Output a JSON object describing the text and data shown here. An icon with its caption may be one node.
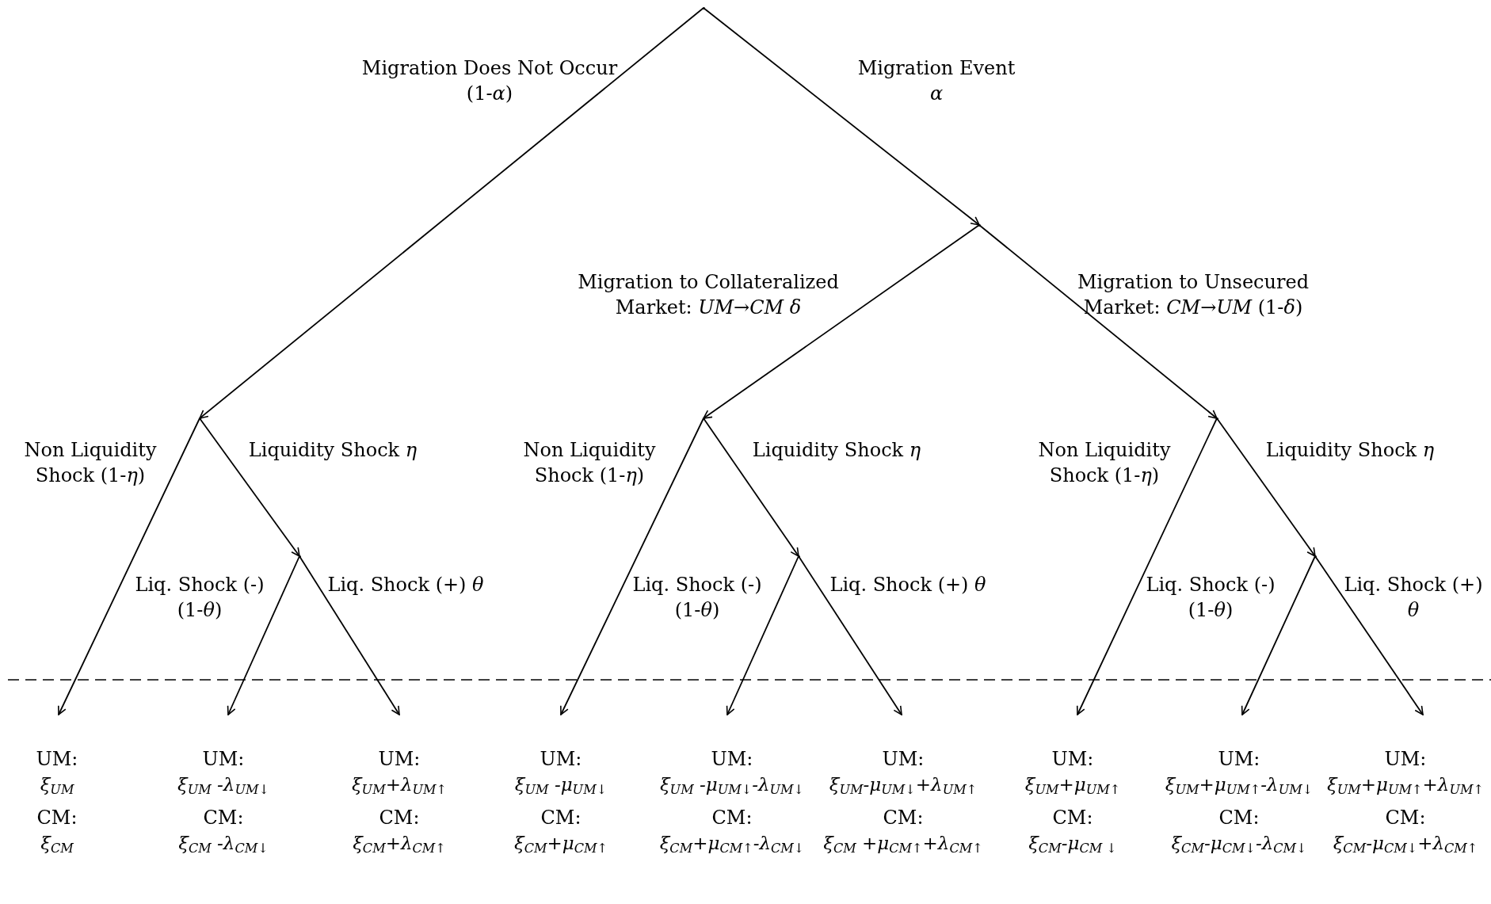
{
  "diagram": {
    "nodes": [
      {
        "text": [],
        "shape": "point"
      },
      {
        "text": [],
        "shape": "point"
      },
      {
        "text": [],
        "shape": "point"
      },
      {
        "text": [],
        "shape": "point"
      },
      {
        "text": [],
        "shape": "point"
      },
      {
        "text": [],
        "shape": "point"
      },
      {
        "text": [],
        "shape": "point"
      },
      {
        "text": [],
        "shape": "point"
      },
      {
        "text": [
          "UM:",
          "ξ$_{UM}$",
          "CM:",
          "ξ$_{CM}$"
        ]
      },
      {
        "text": [
          "UM:",
          "ξ$_{UM}$ -λ$_{UM↓}$",
          "CM:",
          "ξ$_{CM}$ -λ$_{CM↓}$"
        ]
      },
      {
        "text": [
          "UM:",
          "ξ$_{UM}$+λ$_{UM↑}$",
          "CM:",
          "ξ$_{CM}$+λ$_{CM↑}$"
        ]
      },
      {
        "text": [
          "UM:",
          "ξ$_{UM}$ -μ$_{UM↓}$",
          "CM:",
          "ξ$_{CM}$+μ$_{CM↑}$"
        ]
      },
      {
        "text": [
          "UM:",
          "ξ$_{UM}$ -μ$_{UM↓}$-λ$_{UM↓}$",
          "CM:",
          "ξ$_{CM}$+μ$_{CM↑}$-λ$_{CM↓}$"
        ]
      },
      {
        "text": [
          "UM:",
          "ξ$_{UM}$-μ$_{UM↓}$+λ$_{UM↑}$",
          "CM:",
          "ξ$_{CM}$ +μ$_{CM↑}$+λ$_{CM↑}$"
        ]
      },
      {
        "text": [
          "UM:",
          "ξ$_{UM}$+μ$_{UM↑}$",
          "CM:",
          "ξ$_{CM}$-μ$_{CM ↓}$"
        ]
      },
      {
        "text": [
          "UM:",
          "ξ$_{UM}$+μ$_{UM↑}$-λ$_{UM↓}$",
          "CM:",
          "ξ$_{CM}$-μ$_{CM↓}$-λ$_{CM↓}$"
        ]
      },
      {
        "text": [
          "UM:",
          "ξ$_{UM}$+μ$_{UM↑}$+λ$_{UM↑}$",
          "CM:",
          "ξ$_{CM}$-μ$_{CM↓}$+λ$_{CM↑}$"
        ]
      }
    ],
    "edges": [
      {
        "from": 0,
        "to": 2,
        "arrow": "to",
        "label": "Migration Does Not Occur (1-*α*)"
      },
      {
        "from": 0,
        "to": 1,
        "arrow": "to",
        "label": "Migration Event *α*"
      },
      {
        "from": 1,
        "to": 3,
        "arrow": "to",
        "label": "Migration to Collateralized Market: *UM→CM* *δ*"
      },
      {
        "from": 1,
        "to": 4,
        "arrow": "to",
        "label": "Migration to Unsecured Market: *CM→UM* (1-*δ*)"
      },
      {
        "from": 2,
        "to": 8,
        "arrow": "to",
        "label": "Non Liquidity Shock (1-*η*)"
      },
      {
        "from": 2,
        "to": 5,
        "arrow": "to",
        "label": "Liquidity Shock *η*"
      },
      {
        "from": 5,
        "to": 9,
        "arrow": "to",
        "label": "Liq. Shock (-) (1-*θ*)"
      },
      {
        "from": 5,
        "to": 10,
        "arrow": "to",
        "label": "Liq. Shock (+) *θ*"
      },
      {
        "from": 3,
        "to": 11,
        "arrow": "to",
        "label": "Non Liquidity Shock (1-*η*)"
      },
      {
        "from": 3,
        "to": 6,
        "arrow": "to",
        "label": "Liquidity Shock *η*"
      },
      {
        "from": 6,
        "to": 12,
        "arrow": "to",
        "label": "Liq. Shock (-) (1-*θ*)"
      },
      {
        "from": 6,
        "to": 13,
        "arrow": "to",
        "label": "Liq. Shock (+) *θ*"
      },
      {
        "from": 4,
        "to": 14,
        "arrow": "to",
        "label": "Non Liquidity Shock (1-*η*)"
      },
      {
        "from": 4,
        "to": 7,
        "arrow": "to",
        "label": "Liquidity Shock *η*"
      },
      {
        "from": 7,
        "to": 15,
        "arrow": "to",
        "label": "Liq. Shock (-) (1-*θ*)"
      },
      {
        "from": 7,
        "to": 16,
        "arrow": "to",
        "label": "Liq. Shock (+) *θ*"
      }
    ]
  }
}
